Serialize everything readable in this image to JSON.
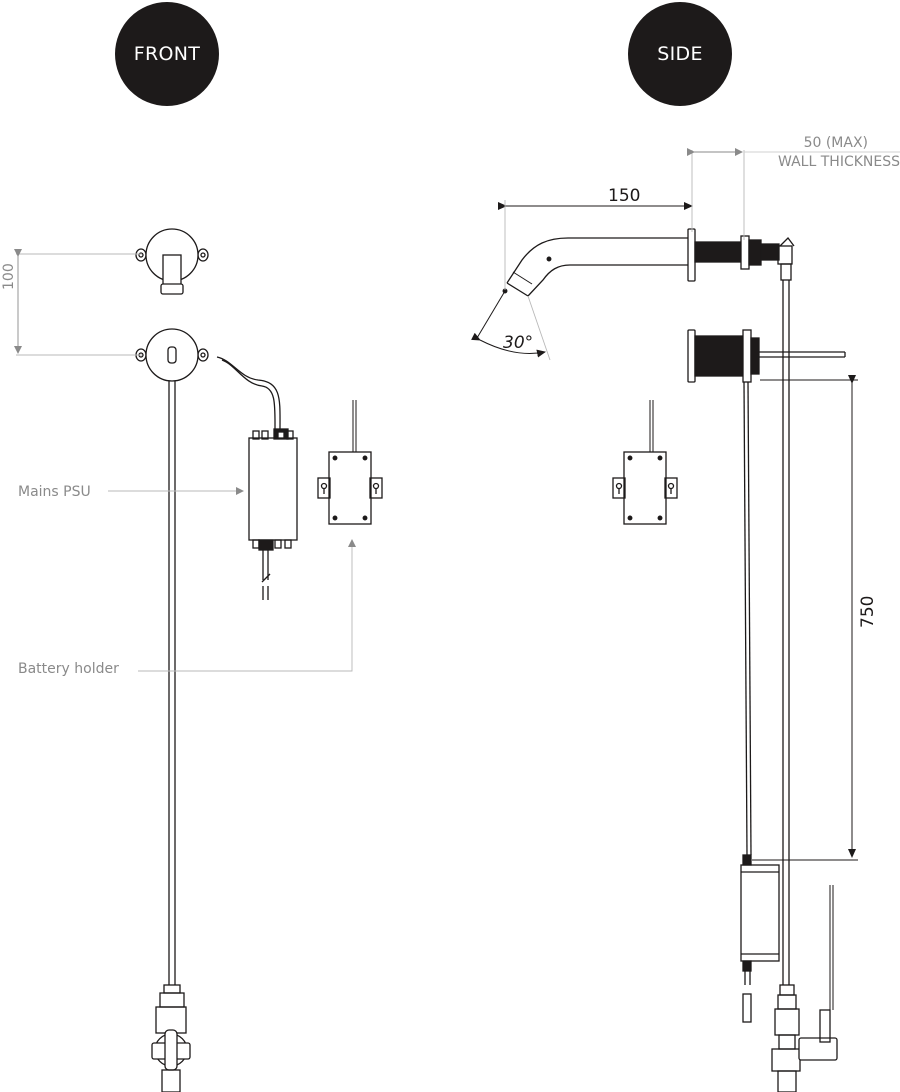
{
  "views": {
    "front": "FRONT",
    "side": "SIDE"
  },
  "callouts": {
    "mains_psu": "Mains PSU",
    "battery_holder": "Battery holder"
  },
  "dimensions": {
    "spout_spacing": "100",
    "spout_projection": "150",
    "wall_thickness_value": "50 (MAX)",
    "wall_thickness_label": "WALL THICKNESS",
    "spout_angle": "30°",
    "pipe_drop": "750"
  },
  "colors": {
    "ink": "#1d1a1a",
    "annotation": "#8a8a8a",
    "badge": "#1d1a1a"
  }
}
